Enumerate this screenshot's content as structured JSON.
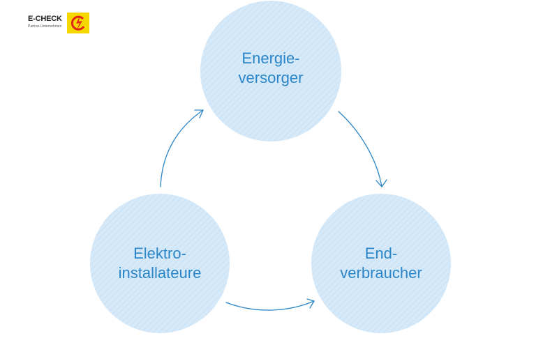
{
  "logo": {
    "word": "E-CHECK",
    "subtitle": "Partner-Unternehmen",
    "accent": "#f5d800",
    "mark": "lightning-circle-icon"
  },
  "colors": {
    "circle_fill": "#d6e9f9",
    "circle_hatch": "#c7dff4",
    "arrow": "#2a86c8",
    "text": "#2a86c8"
  },
  "nodes": {
    "energy": {
      "line1": "Energie-",
      "line2": "versorger"
    },
    "installer": {
      "line1": "Elektro-",
      "line2": "installateure"
    },
    "consumer": {
      "line1": "End-",
      "line2": "verbraucher"
    }
  }
}
